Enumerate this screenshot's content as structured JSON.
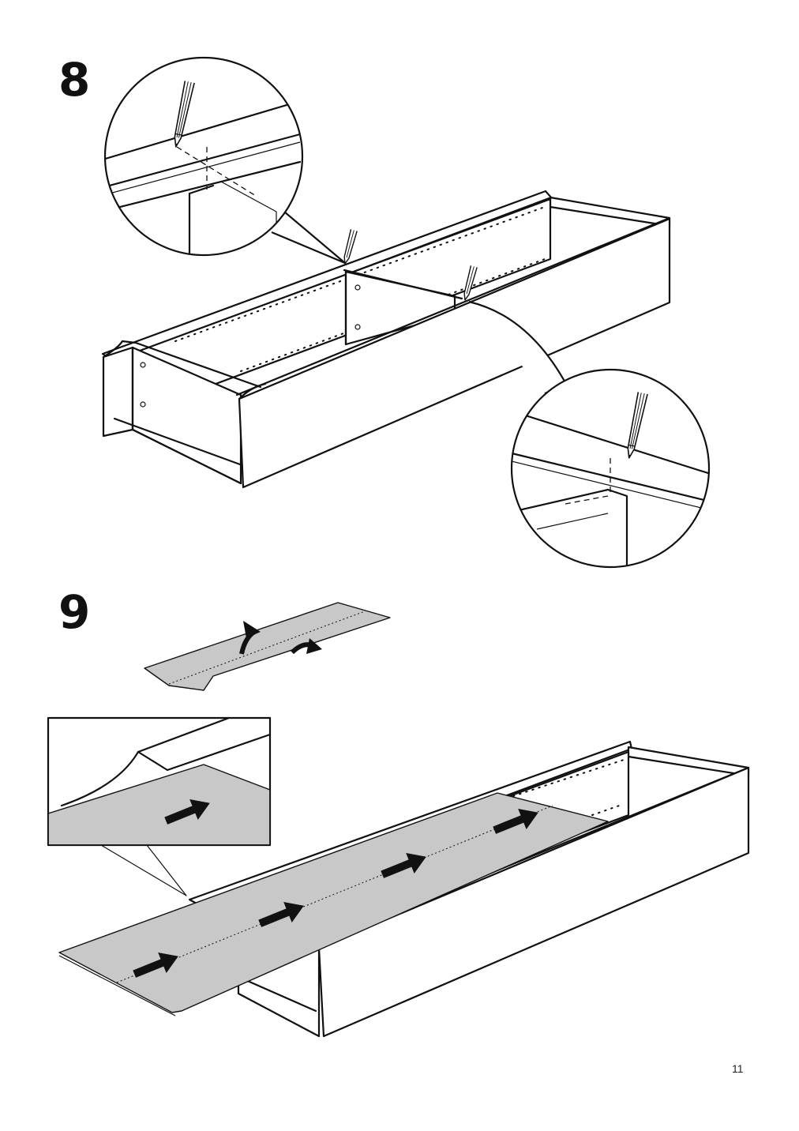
{
  "steps": [
    {
      "number": "8"
    },
    {
      "number": "9"
    }
  ],
  "page_number": "11",
  "colors": {
    "line": "#111111",
    "liner_fill": "#c8c8c8",
    "background": "#ffffff"
  },
  "icons": [
    "pencil-icon",
    "push-arrow-icon",
    "fold-arrow-icon"
  ]
}
